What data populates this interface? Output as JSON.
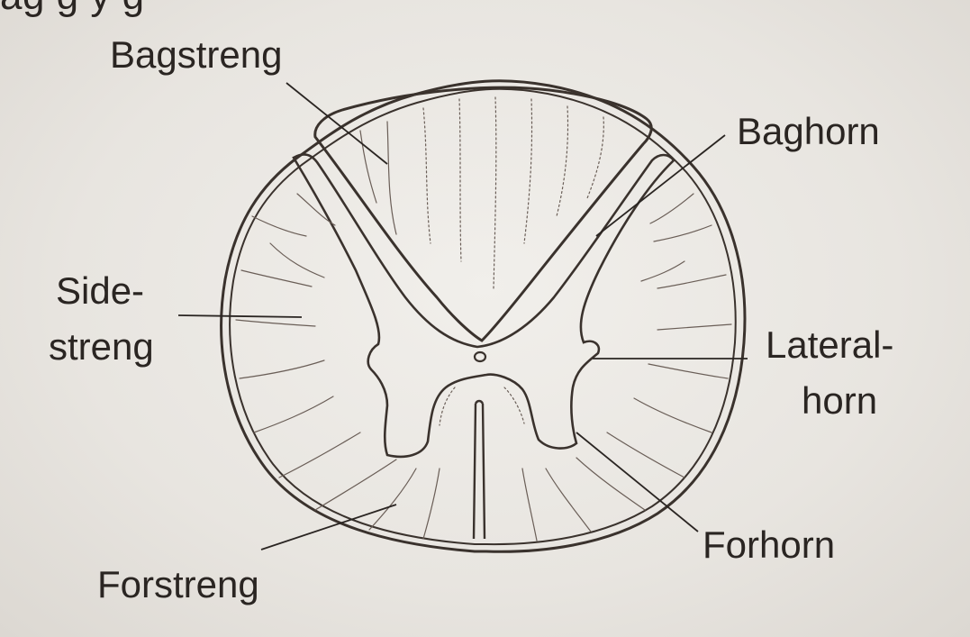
{
  "top_fragment": "ag  g  y g",
  "labels": {
    "bagstreng": "Bagstreng",
    "baghorn": "Baghorn",
    "sidestreng_line1": "Side-",
    "sidestreng_line2": "streng",
    "lateralhorn_line1": "Lateral-",
    "lateralhorn_line2": "horn",
    "forhorn": "Forhorn",
    "forstreng": "Forstreng"
  },
  "colors": {
    "ink": "#2a2522",
    "paper": "#ece9e4"
  }
}
